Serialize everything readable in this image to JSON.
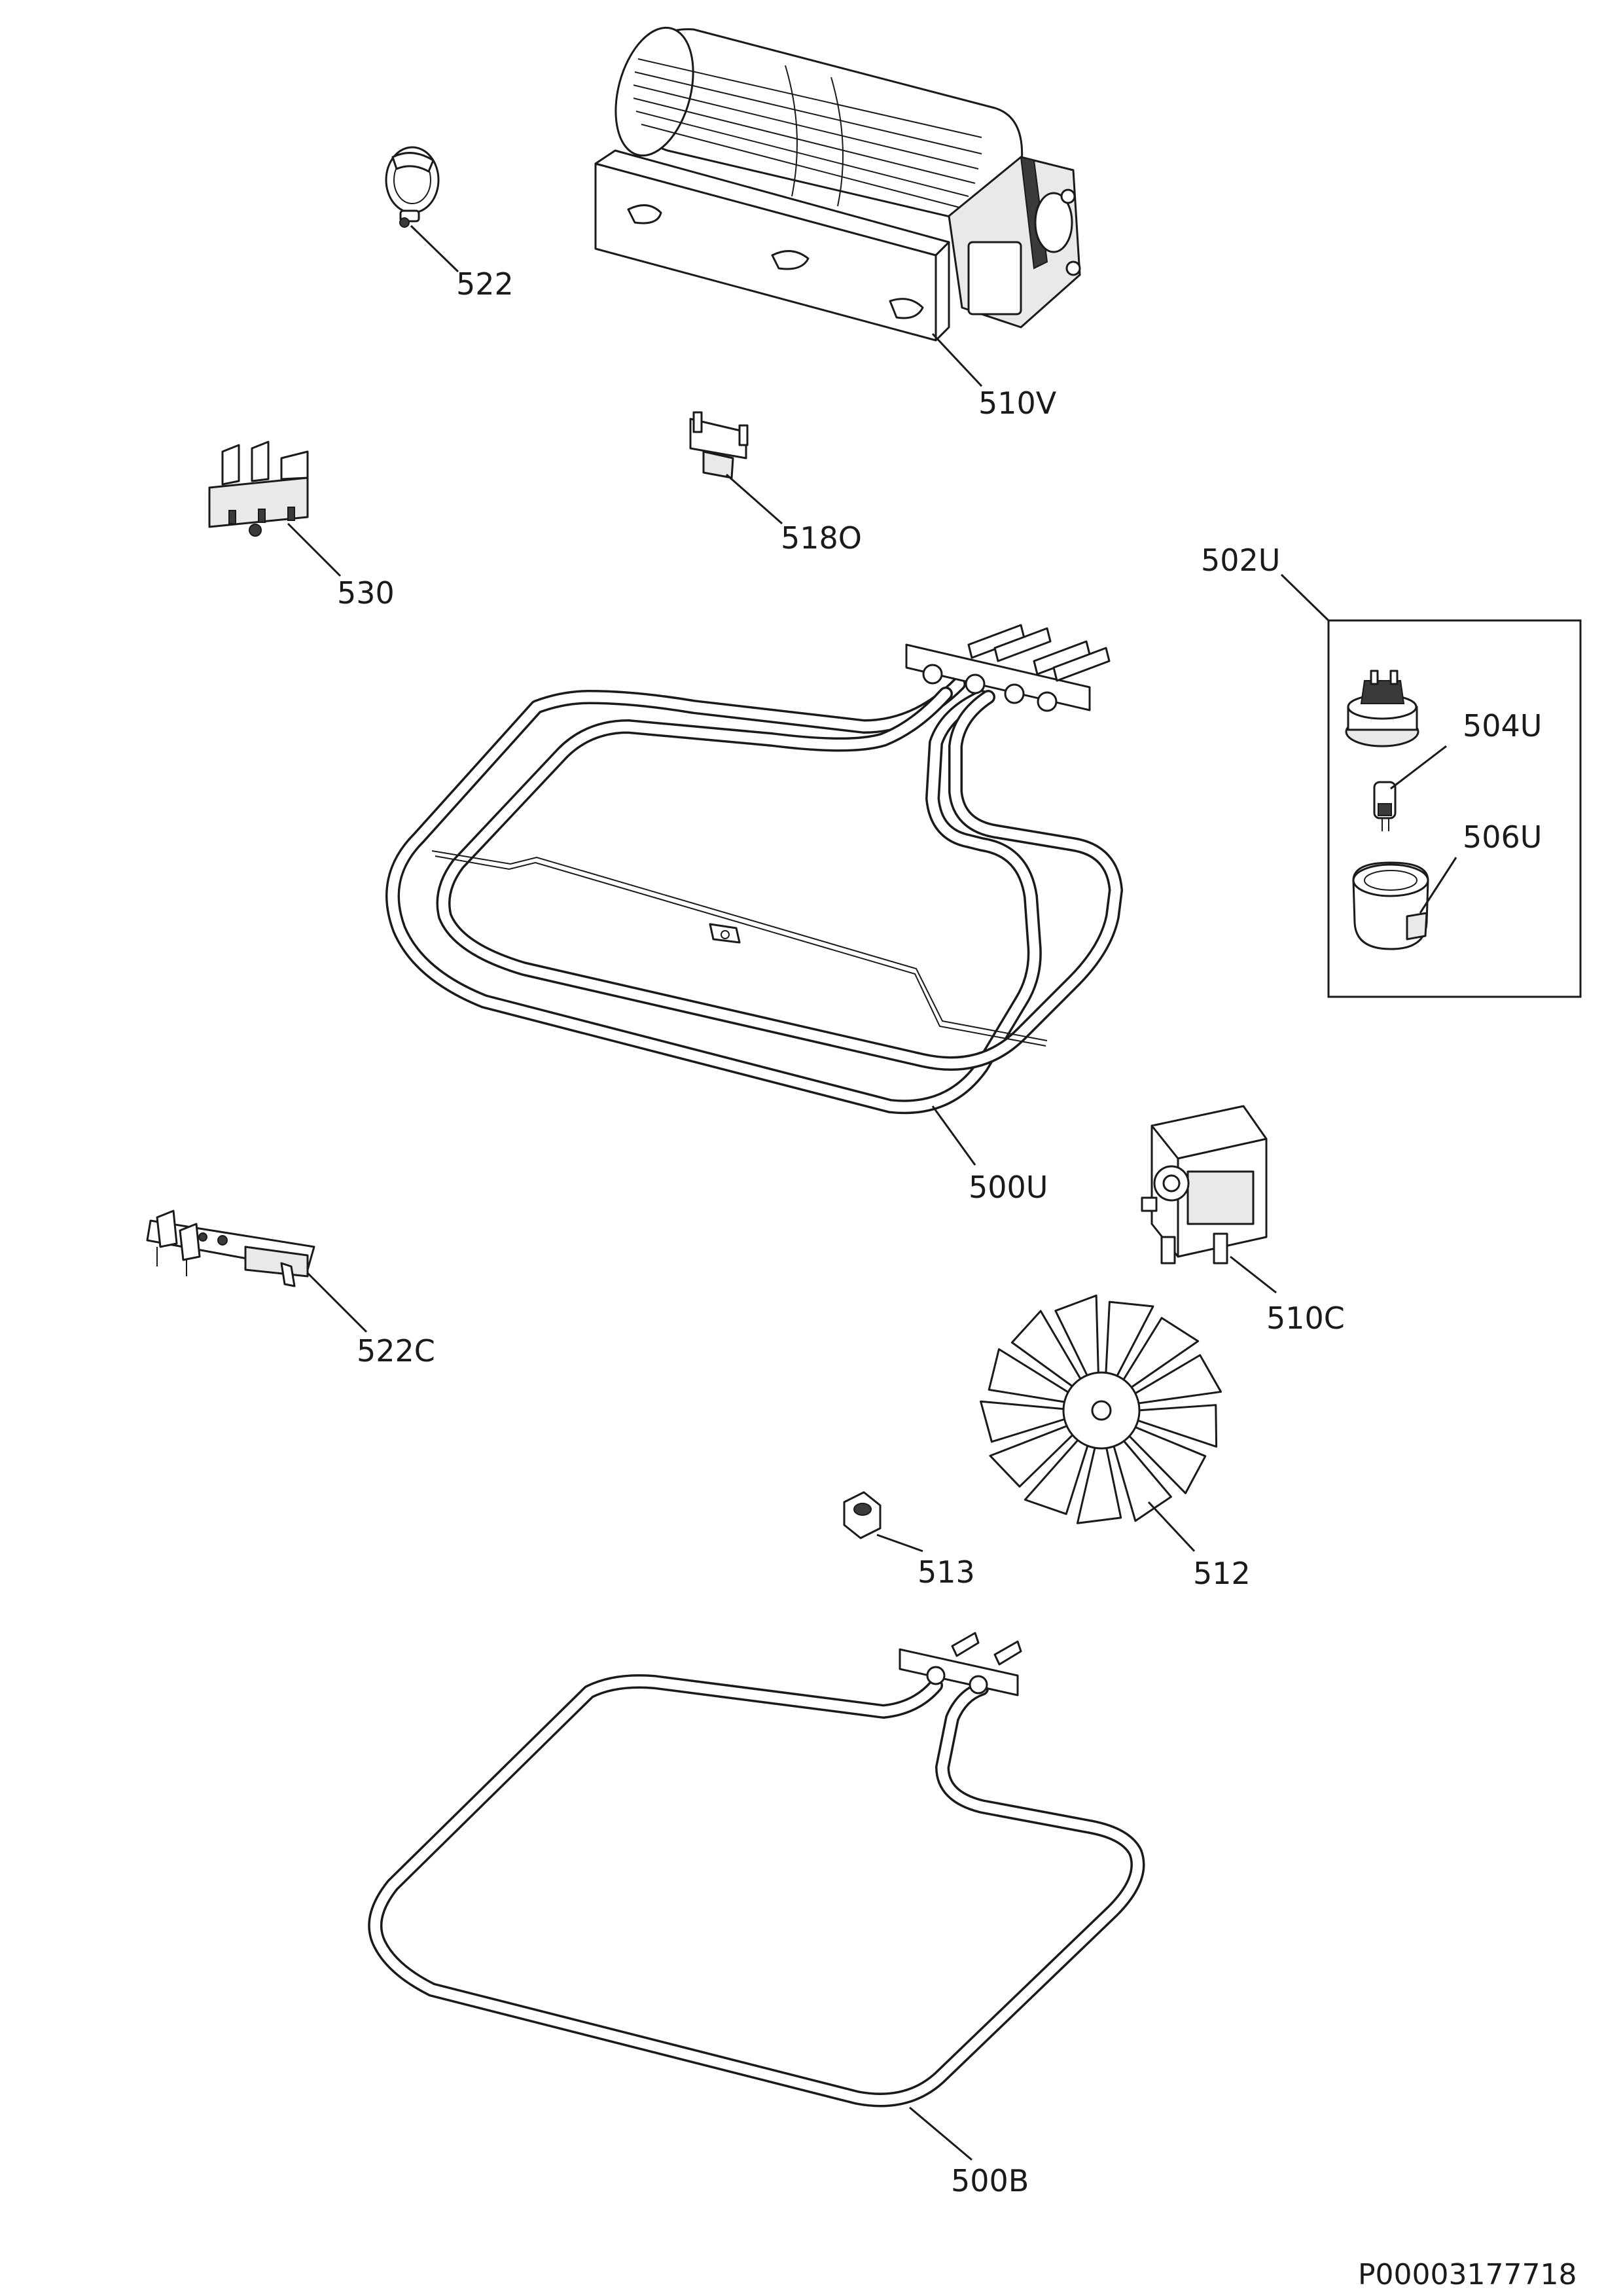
{
  "labels": {
    "p522": "522",
    "p510V": "510V",
    "p530": "530",
    "p518O": "518O",
    "p502U": "502U",
    "p504U": "504U",
    "p506U": "506U",
    "p500U": "500U",
    "p510C": "510C",
    "p522C": "522C",
    "p512": "512",
    "p513": "513",
    "p500B": "500B"
  },
  "document_code": "P00003177718"
}
